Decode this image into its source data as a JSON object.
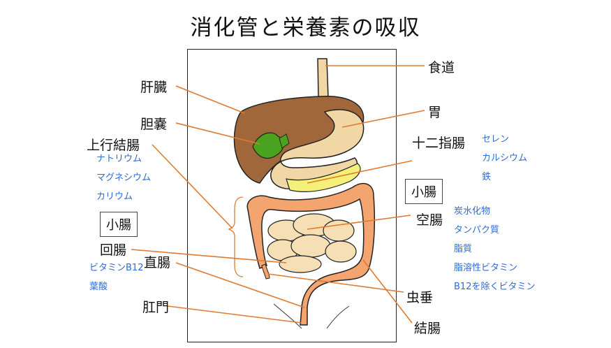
{
  "title": "消化管と栄養素の吸収",
  "labels": {
    "liver": "肝臓",
    "gallbladder": "胆嚢",
    "ascending_colon": "上行結腸",
    "ileum": "回腸",
    "rectum": "直腸",
    "anus": "肛門",
    "esophagus": "食道",
    "stomach": "胃",
    "duodenum": "十二指腸",
    "jejunum": "空腸",
    "appendix": "虫垂",
    "colon": "結腸"
  },
  "boxes": {
    "small_intestine_left": "小腸",
    "small_intestine_right": "小腸"
  },
  "nutrients": {
    "ascending_colon": [
      "ナトリウム",
      "マグネシウム",
      "カリウム"
    ],
    "ileum": [
      "ビタミンB12",
      "葉酸"
    ],
    "duodenum": [
      "セレン",
      "カルシウム",
      "鉄"
    ],
    "jejunum": [
      "炭水化物",
      "タンパク質",
      "脂質",
      "脂溶性ビタミン",
      "B12を除くビタミン"
    ]
  },
  "colors": {
    "leader_line": "#e07a2e",
    "nutrient_text": "#2f6bd1",
    "liver": "#a0683a",
    "gallbladder": "#4aa31f",
    "stomach": "#f2d7a6",
    "pancreas": "#f4f07a",
    "colon": "#f3a46f",
    "small_intestine": "#f6dfb4"
  }
}
